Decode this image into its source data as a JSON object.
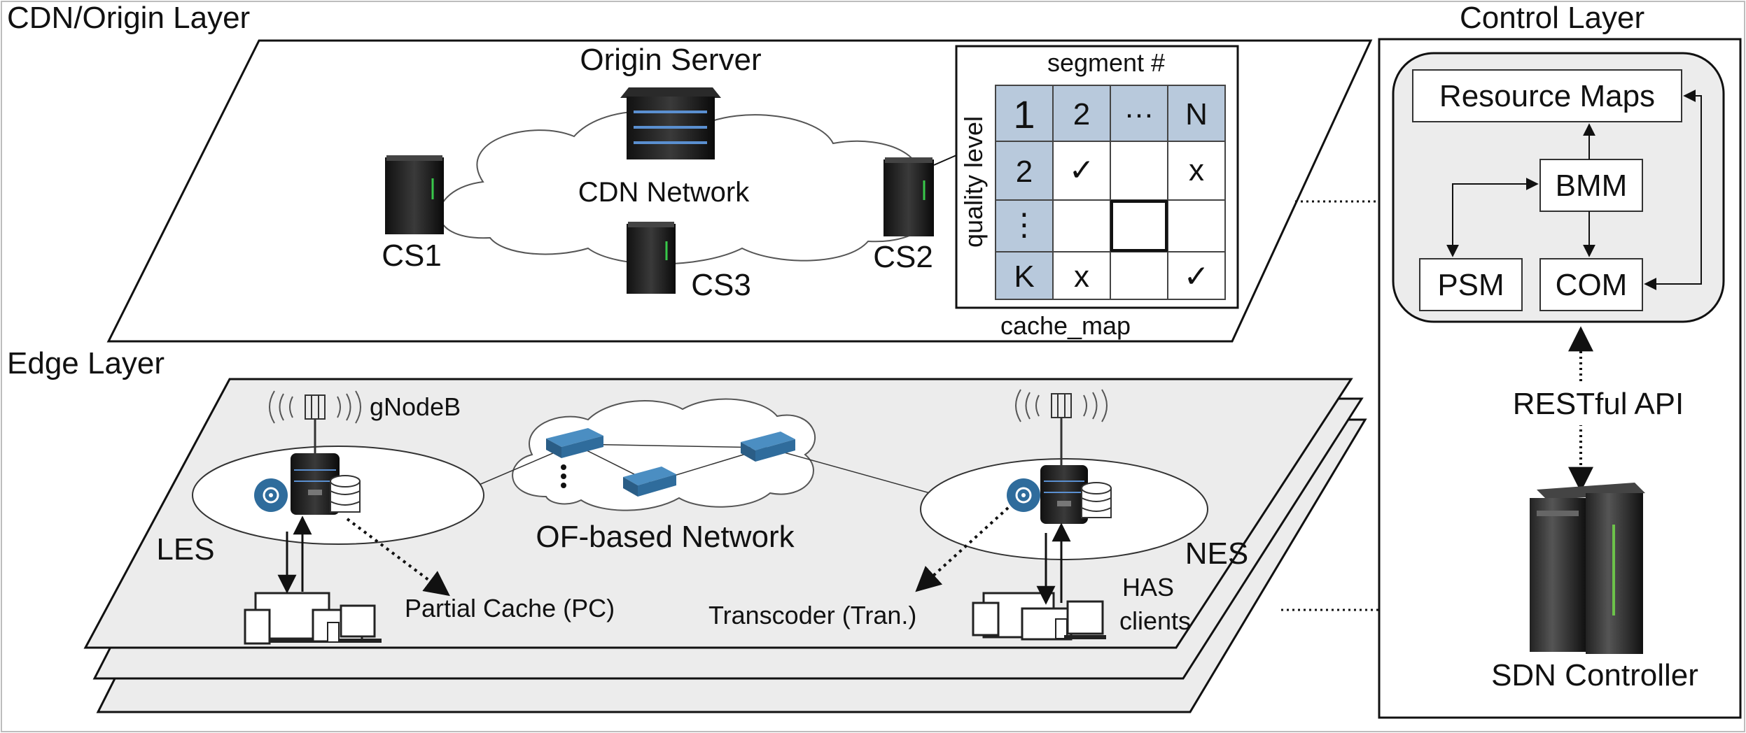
{
  "layers": {
    "cdn": "CDN/Origin Layer",
    "edge": "Edge Layer",
    "control": "Control Layer"
  },
  "cdn": {
    "origin_server": "Origin Server",
    "network": "CDN Network",
    "cs1": "CS1",
    "cs2": "CS2",
    "cs3": "CS3"
  },
  "cache_map": {
    "title": "cache_map",
    "col_axis": "segment #",
    "row_axis": "quality level",
    "header_row": [
      "1",
      "2",
      "…",
      "N"
    ],
    "rows": [
      {
        "label": "2",
        "cells": [
          "✓",
          "",
          "x"
        ]
      },
      {
        "label": "⋮",
        "cells": [
          "",
          "",
          ""
        ]
      },
      {
        "label": "K",
        "cells": [
          "x",
          "",
          "✓"
        ]
      }
    ]
  },
  "control": {
    "resource_maps": "Resource Maps",
    "bmm": "BMM",
    "psm": "PSM",
    "com": "COM",
    "api": "RESTful API",
    "sdn": "SDN Controller"
  },
  "edge": {
    "gnodeb": "gNodeB",
    "les": "LES",
    "nes": "NES",
    "of_network": "OF-based Network",
    "partial_cache": "Partial Cache (PC)",
    "transcoder": "Transcoder (Tran.)",
    "has_line1": "HAS",
    "has_line2": "clients"
  },
  "colors": {
    "table_header": "#b8c9dc",
    "switch": "#2f6c9c",
    "panel": "#ececec"
  }
}
